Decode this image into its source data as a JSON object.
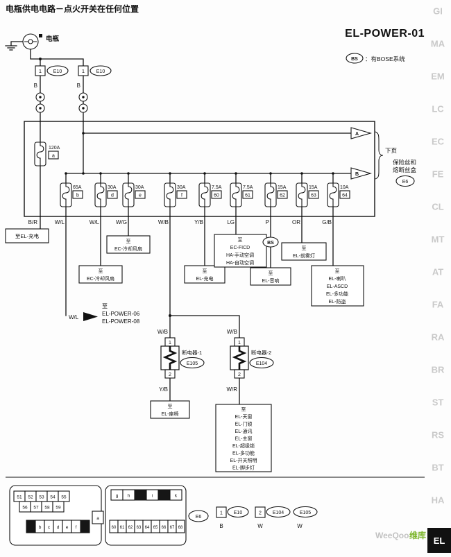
{
  "page": {
    "title": "电瓶供电电路－点火开关在任何位置",
    "code": "EL-POWER-01",
    "bose_badge": "BS",
    "bose_note": "：有BOSE系统",
    "watermark_en": "WeeQoo",
    "watermark_cn": "维库",
    "next_page": "下页",
    "arrow_a": "A",
    "arrow_b": "B"
  },
  "side_tabs": [
    "GI",
    "MA",
    "EM",
    "LC",
    "EC",
    "FE",
    "CL",
    "MT",
    "AT",
    "FA",
    "RA",
    "BR",
    "ST",
    "RS",
    "BT",
    "HA"
  ],
  "active_tab": "EL",
  "battery": {
    "label": "电瓶"
  },
  "supply": {
    "pin": "1",
    "ref": "E10",
    "wire": "B"
  },
  "fusebox": {
    "name_line1": "保险丝和",
    "name_line2": "熔断丝盒",
    "ref": "E6",
    "main_fuse": {
      "rating": "120A",
      "id": "a",
      "wire_out": "B/R"
    }
  },
  "fuses": [
    {
      "rating": "65A",
      "id": "b",
      "wire": "W/L"
    },
    {
      "rating": "30A",
      "id": "d",
      "wire": "W/L"
    },
    {
      "rating": "30A",
      "id": "e",
      "wire": "W/G"
    },
    {
      "rating": "30A",
      "id": "f",
      "wire": "W/B"
    },
    {
      "rating": "7.5A",
      "id": "60",
      "wire": "Y/B"
    },
    {
      "rating": "7.5A",
      "id": "61",
      "wire": "LG"
    },
    {
      "rating": "15A",
      "id": "62",
      "wire": "P"
    },
    {
      "rating": "15A",
      "id": "63",
      "wire": "OR"
    },
    {
      "rating": "10A",
      "id": "64",
      "wire": "G/B"
    }
  ],
  "destinations": {
    "charge1": [
      "至EL-充电"
    ],
    "power": {
      "wire": "W/L",
      "lines": [
        "至",
        "EL-POWER-06",
        "EL-POWER-08"
      ]
    },
    "fan1": [
      "至",
      "EC-冷却风扇"
    ],
    "fan2": [
      "至",
      "EC-冷却风扇"
    ],
    "charge2": [
      "至",
      "EL-充电"
    ],
    "aircon": [
      "至",
      "EC-FICD",
      "HA-手动空调",
      "HA-自动空调"
    ],
    "audio_badge": "BS",
    "audio": [
      "至",
      "EL-音响"
    ],
    "fog": [
      "至",
      "EL-前雾灯"
    ],
    "horn": [
      "至",
      "EL-喇叭",
      "EL-ASCD",
      "EL-多功能",
      "EL-防盗"
    ],
    "seat": [
      "至",
      "EL-座椅"
    ],
    "body": [
      "至",
      "EL-天窗",
      "EL-门锁",
      "EL-通讯",
      "EL-主窗",
      "EL-超级锁",
      "EL-多功能",
      "EL-开关照明",
      "EL-脚步灯"
    ]
  },
  "breakers": [
    {
      "name": "断电器-1",
      "ref": "E105",
      "pin_in": "1",
      "pin_out": "2",
      "wire_in": "W/B",
      "wire_out": "Y/B"
    },
    {
      "name": "断电器-2",
      "ref": "E104",
      "pin_in": "1",
      "pin_out": "2",
      "wire_in": "W/B",
      "wire_out": "W/R"
    }
  ],
  "pinout": {
    "nums_row1": [
      "51",
      "52",
      "53",
      "54",
      "55"
    ],
    "nums_row2": [
      "56",
      "57",
      "58",
      "59"
    ],
    "letters_left": [
      "b",
      "c",
      "d",
      "e",
      "f"
    ],
    "cell_a": "a",
    "letters_right": [
      "g",
      "h",
      "i",
      "k"
    ],
    "nums_row3": [
      "60",
      "61",
      "62",
      "63",
      "64",
      "65",
      "66",
      "67",
      "68"
    ],
    "box_ref": "E6",
    "conn1": {
      "pin": "1",
      "ref": "E10",
      "color": "B"
    },
    "conn2": {
      "pin": "2",
      "ref": "E104",
      "color": "W"
    },
    "conn3": {
      "ref": "E105",
      "color": "W"
    }
  }
}
